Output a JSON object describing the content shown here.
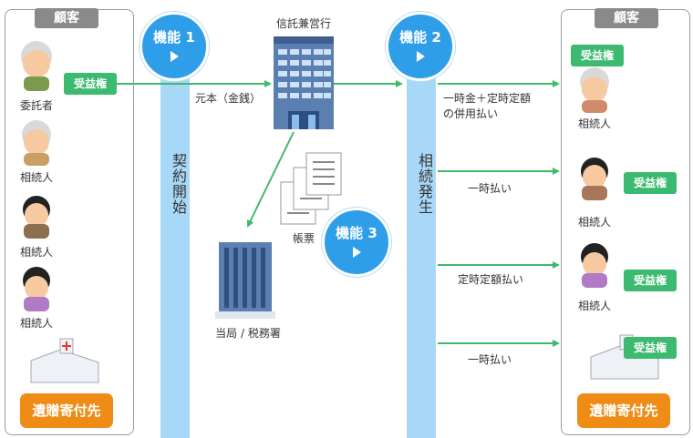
{
  "left_panel": {
    "title": "顧客",
    "settlor_label": "委託者",
    "heir_label": "相続人",
    "beneficiary_badge": "受益権",
    "org_label": "遺贈寄付先"
  },
  "right_panel": {
    "title": "顧客",
    "beneficiary_badge": "受益権",
    "heir_label": "相続人",
    "org_label": "遺贈寄付先"
  },
  "functions": {
    "f1": "機能 1",
    "f2": "機能 2",
    "f3": "機能 3"
  },
  "bands": {
    "contract_start": "契約開始",
    "inheritance": "相続発生"
  },
  "center": {
    "bank_label": "信託兼営行",
    "principal_label": "元本（金銭）",
    "ledger_label": "帳票",
    "authority_label": "当局 / 税務署"
  },
  "flows": {
    "lump_plus_fixed": "一時金＋定時定額",
    "combined_payment": "の併用払い",
    "lump_sum_1": "一時払い",
    "fixed_payment": "定時定額払い",
    "lump_sum_2": "一時払い"
  },
  "colors": {
    "band": "#a8d8f7",
    "function_circle": "#2f9ee8",
    "beneficiary_green": "#3cba6f",
    "org_orange": "#ef8c16",
    "arrow_green": "#42b86a"
  }
}
